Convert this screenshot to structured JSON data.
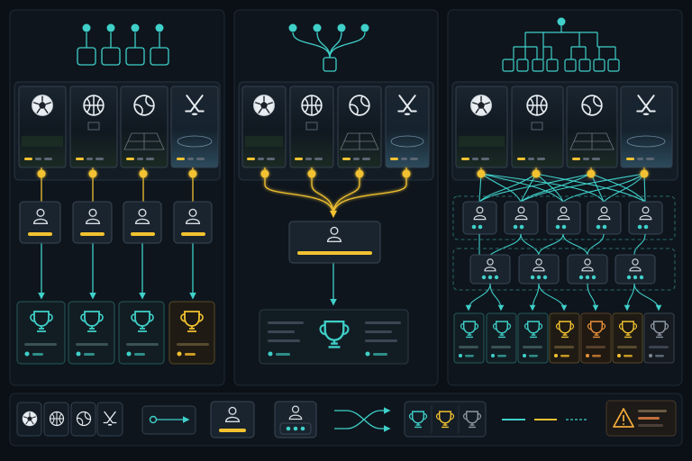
{
  "colors": {
    "background": "#0b1016",
    "panel": "#0e151d",
    "panel_border": "#1f2a35",
    "card": "#121b24",
    "card_border": "#2a3744",
    "teal": "#3fd0c9",
    "gold": "#f2c230",
    "orange": "#e8903a",
    "gray": "#7d8894",
    "warning": "#f0a93a"
  },
  "sports": [
    {
      "name": "soccer",
      "icon": "soccer-ball-icon"
    },
    {
      "name": "basketball",
      "icon": "basketball-icon"
    },
    {
      "name": "tennis",
      "icon": "tennis-ball-icon"
    },
    {
      "name": "hockey",
      "icon": "hockey-sticks-icon"
    }
  ],
  "panels": [
    {
      "id": "one-to-one",
      "agents": 4,
      "trophies": [
        "teal",
        "teal",
        "teal",
        "gold"
      ]
    },
    {
      "id": "many-to-one",
      "agents": 1,
      "trophies": [
        "teal"
      ]
    },
    {
      "id": "many-to-many",
      "agents": 5,
      "sub_agents": 4,
      "trophies": [
        "teal",
        "teal",
        "teal",
        "gold",
        "orange",
        "gold",
        "gray"
      ]
    }
  ],
  "legend": {
    "items": [
      "sport-icons",
      "flow-arrow",
      "agent-node",
      "agent-group",
      "cross-links",
      "trophy-tiers",
      "line-styles",
      "warning"
    ]
  }
}
